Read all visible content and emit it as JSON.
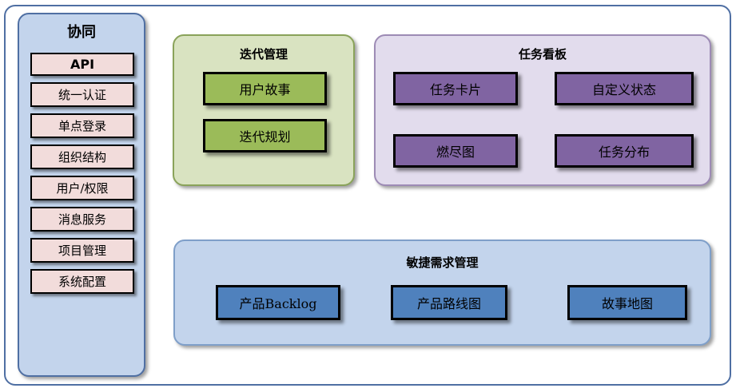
{
  "diagram": {
    "sidebar": {
      "title": "协同",
      "items": [
        {
          "label": "API"
        },
        {
          "label": "统一认证"
        },
        {
          "label": "单点登录"
        },
        {
          "label": "组织结构"
        },
        {
          "label": "用户/权限"
        },
        {
          "label": "消息服务"
        },
        {
          "label": "项目管理"
        },
        {
          "label": "系统配置"
        }
      ],
      "colors": {
        "panel": "#c3d4ec",
        "border": "#4f6fa3",
        "item": "#f2dcdb"
      }
    },
    "iteration": {
      "title": "迭代管理",
      "items": [
        {
          "label": "用户故事"
        },
        {
          "label": "迭代规划"
        }
      ],
      "colors": {
        "panel": "#d9e3c1",
        "border": "#8aa35a",
        "item": "#9bbb59"
      }
    },
    "taskboard": {
      "title": "任务看板",
      "items": [
        {
          "label": "任务卡片"
        },
        {
          "label": "自定义状态"
        },
        {
          "label": "燃尽图"
        },
        {
          "label": "任务分布"
        }
      ],
      "colors": {
        "panel": "#e2dced",
        "border": "#9d8bb5",
        "item": "#8064a2"
      }
    },
    "agile": {
      "title": "敏捷需求管理",
      "items": [
        {
          "label": "产品Backlog"
        },
        {
          "label": "产品路线图"
        },
        {
          "label": "故事地图"
        }
      ],
      "colors": {
        "panel": "#c3d4ec",
        "border": "#7f9fc9",
        "item": "#4f81bd"
      }
    }
  }
}
